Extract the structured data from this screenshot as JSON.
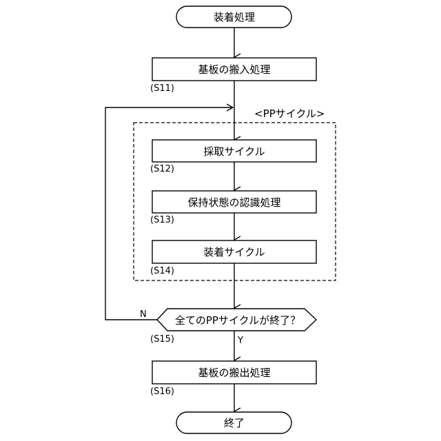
{
  "flowchart": {
    "start": "装着処理",
    "s11_box": "基板の搬入処理",
    "s11_step": "(S11)",
    "group_label": "<PPサイクル>",
    "s12_box": "採取サイクル",
    "s12_step": "(S12)",
    "s13_box": "保持状態の認識処理",
    "s13_step": "(S13)",
    "s14_box": "装着サイクル",
    "s14_step": "(S14)",
    "s15_decision": "全てのPPサイクルが終了？",
    "s15_step": "(S15)",
    "branch_no": "N",
    "branch_yes": "Y",
    "s16_box": "基板の搬出処理",
    "s16_step": "(S16)",
    "end": "終了"
  }
}
